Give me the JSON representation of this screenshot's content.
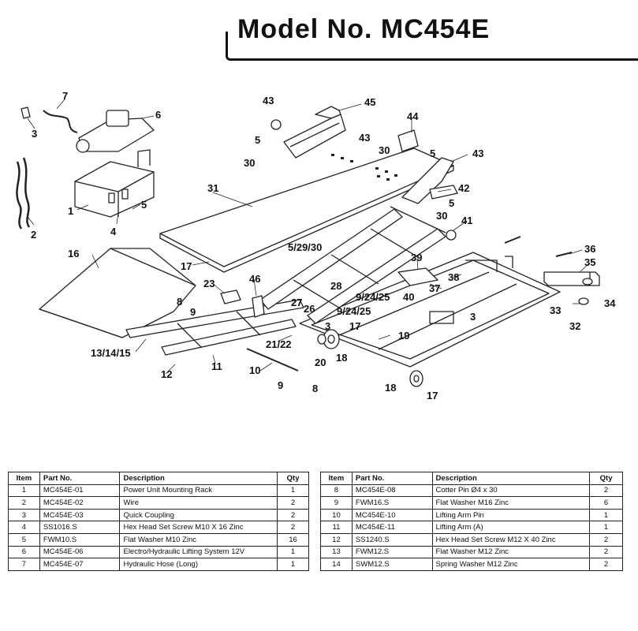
{
  "title": "Model No. MC454E",
  "callouts": [
    "1",
    "2",
    "3",
    "4",
    "5",
    "6",
    "7",
    "3",
    "5",
    "30",
    "43",
    "45",
    "43",
    "44",
    "30",
    "5",
    "31",
    "43",
    "42",
    "5",
    "30",
    "41",
    "16",
    "17",
    "5/29/30",
    "36",
    "35",
    "39",
    "38",
    "37",
    "34",
    "33",
    "32",
    "23",
    "46",
    "28",
    "8",
    "9",
    "27",
    "26",
    "9/24/25",
    "40",
    "9/24/25",
    "3",
    "17",
    "13/14/15",
    "21/22",
    "19",
    "11",
    "20",
    "18",
    "12",
    "10",
    "9",
    "8",
    "18",
    "17"
  ],
  "table": {
    "headers": [
      "Item",
      "Part No.",
      "Description",
      "Qty"
    ],
    "left": [
      [
        "1",
        "MC454E-01",
        "Power Unit Mounting Rack",
        "1"
      ],
      [
        "2",
        "MC454E-02",
        "Wire",
        "2"
      ],
      [
        "3",
        "MC454E-03",
        "Quick Coupling",
        "2"
      ],
      [
        "4",
        "SS1016.S",
        "Hex Head Set Screw M10 X 16 Zinc",
        "2"
      ],
      [
        "5",
        "FWM10.S",
        "Flat Washer M10 Zinc",
        "16"
      ],
      [
        "6",
        "MC454E-06",
        "Electro/Hydraulic Lifting System 12V",
        "1"
      ],
      [
        "7",
        "MC454E-07",
        "Hydraulic Hose (Long)",
        "1"
      ]
    ],
    "right": [
      [
        "8",
        "MC454E-08",
        "Cotter Pin Ø4 x 30",
        "2"
      ],
      [
        "9",
        "FWM16.S",
        "Flat Washer M16 Zinc",
        "6"
      ],
      [
        "10",
        "MC454E-10",
        "Lifting Arm Pin",
        "1"
      ],
      [
        "11",
        "MC454E-11",
        "Lifting Arm (A)",
        "1"
      ],
      [
        "12",
        "SS1240.S",
        "Hex Head Set Screw M12 X 40 Zinc",
        "2"
      ],
      [
        "13",
        "FWM12.S",
        "Flat Washer M12 Zinc",
        "2"
      ],
      [
        "14",
        "SWM12.S",
        "Spring Washer M12 Zinc",
        "2"
      ]
    ]
  }
}
